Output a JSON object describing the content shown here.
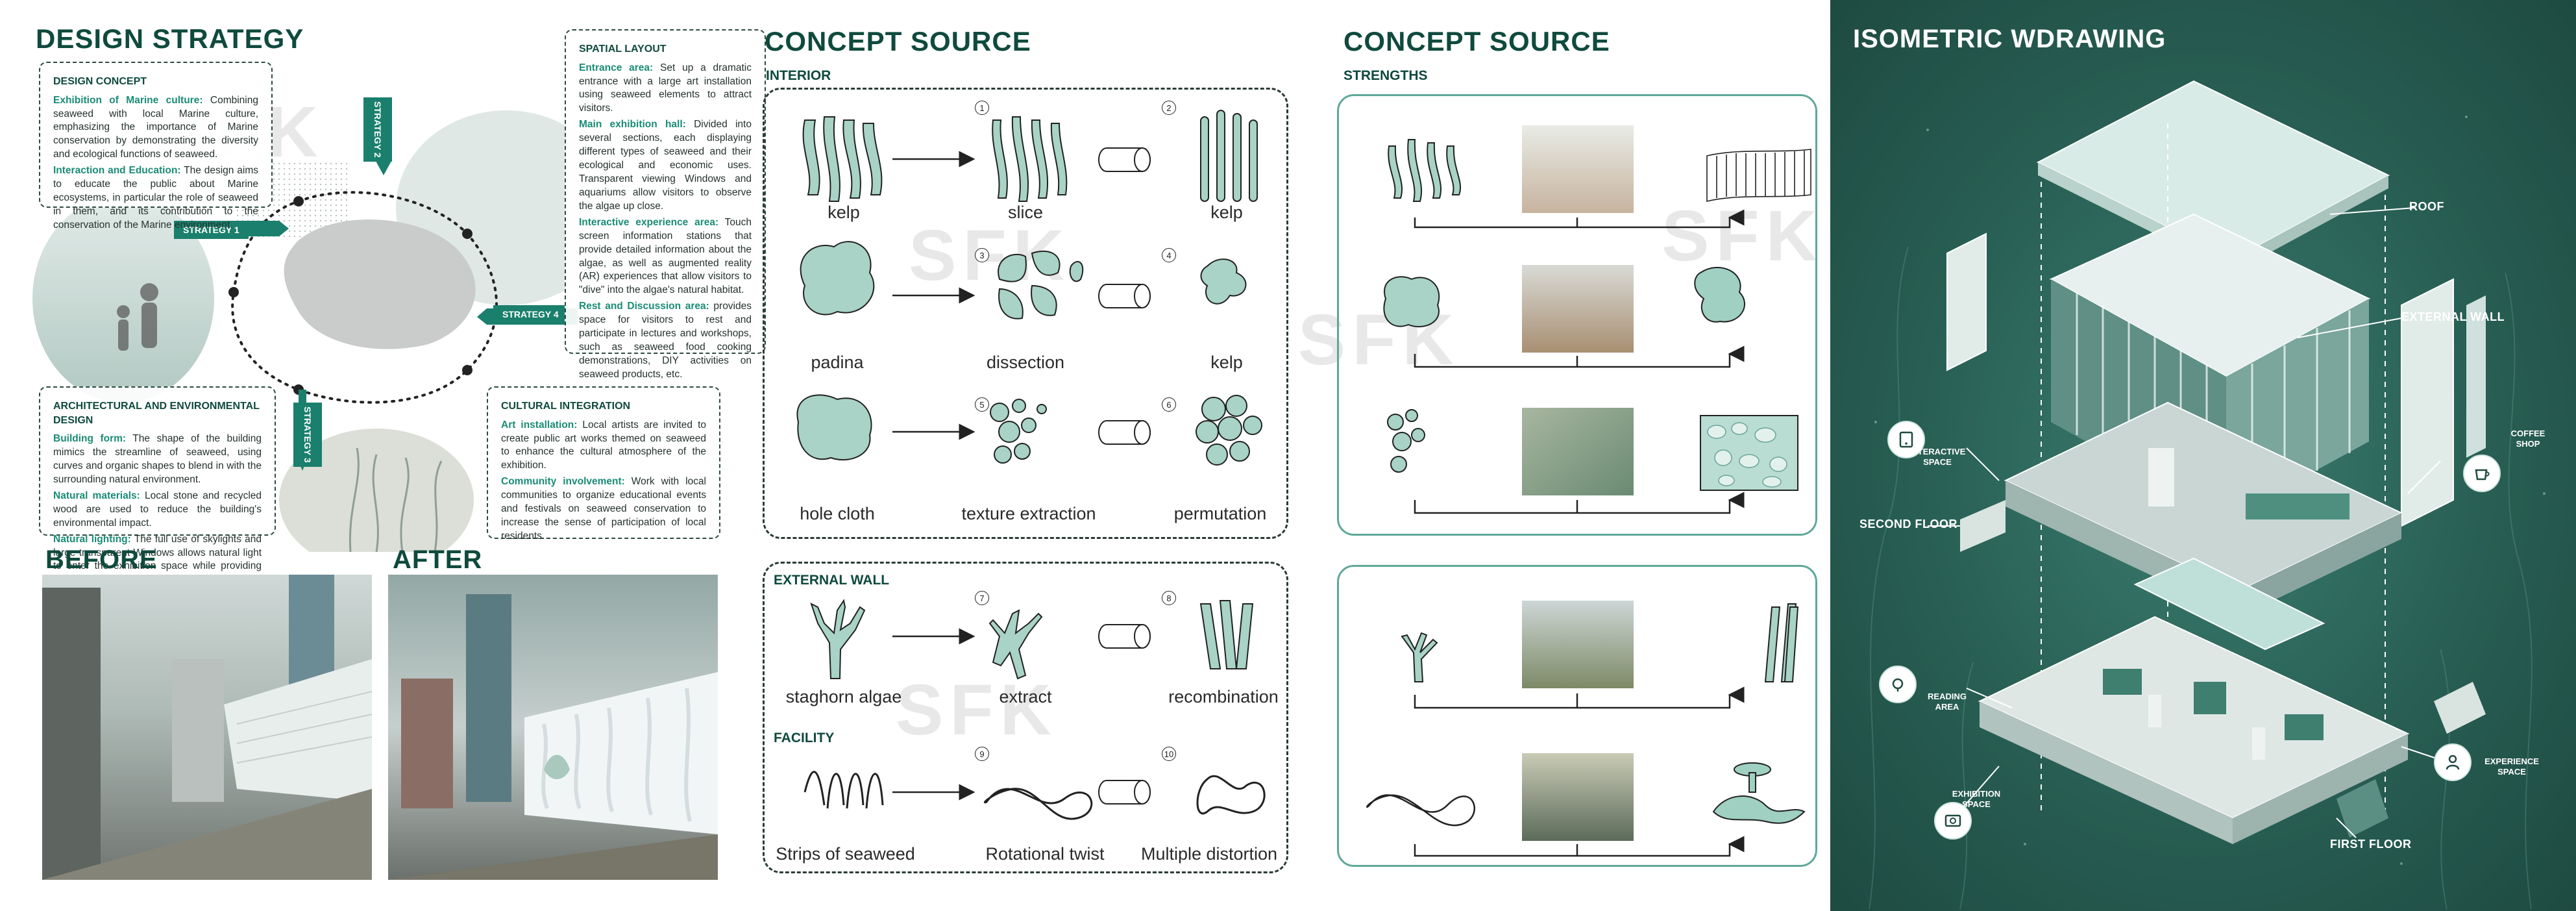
{
  "strategy": {
    "title": "DESIGN STRATEGY",
    "concept": {
      "heading": "DESIGN CONCEPT",
      "items": [
        {
          "key": "Exhibition of Marine culture:",
          "text": "Combining seaweed with local Marine culture, emphasizing the importance of Marine conservation by demonstrating the diversity and ecological functions of seaweed."
        },
        {
          "key": "Interaction and Education:",
          "text": "The design aims to educate the public about Marine ecosystems, in particular the role of seaweed in them, and its contribution to the conservation of the Marine environment."
        }
      ]
    },
    "spatial": {
      "heading": "SPATIAL LAYOUT",
      "items": [
        {
          "key": "Entrance area:",
          "text": "Set up a dramatic entrance with a large art installation using seaweed elements to attract visitors."
        },
        {
          "key": "Main exhibition hall:",
          "text": "Divided into several sections, each displaying different types of seaweed and their ecological and economic uses. Transparent viewing Windows and aquariums allow visitors to observe the algae up close."
        },
        {
          "key": "Interactive experience area:",
          "text": "Touch screen information stations that provide detailed information about the algae, as well as augmented reality (AR) experiences that allow visitors to \"dive\" into the algae's natural habitat."
        },
        {
          "key": "Rest and Discussion area:",
          "text": "provides space for visitors to rest and participate in lectures and workshops, such as seaweed food cooking demonstrations, DIY activities on seaweed products, etc."
        }
      ]
    },
    "architectural": {
      "heading": "ARCHITECTURAL AND ENVIRONMENTAL DESIGN",
      "items": [
        {
          "key": "Building form:",
          "text": "The shape of the building mimics the streamline of seaweed, using curves and organic shapes to blend in with the surrounding natural environment."
        },
        {
          "key": "Natural materials:",
          "text": "Local stone and recycled wood are used to reduce the building's environmental impact."
        },
        {
          "key": "Natural lighting:",
          "text": "The full use of skylights and large transparent Windows allows natural light to enter the exhibition space while providing sea views."
        }
      ]
    },
    "cultural": {
      "heading": "CULTURAL INTEGRATION",
      "items": [
        {
          "key": "Art installation:",
          "text": "Local artists are invited to create public art works themed on seaweed to enhance the cultural atmosphere of the exhibition."
        },
        {
          "key": "Community involvement:",
          "text": "Work with local communities to organize educational events and festivals on seaweed conservation to increase the sense of participation of local residents."
        }
      ]
    },
    "tags": {
      "s1": "STRATEGY 1",
      "s2": "STRATEGY 2",
      "s3": "STRATEGY 3",
      "s4": "STRATEGY 4"
    },
    "before": "BEFORE",
    "after": "AFTER"
  },
  "concept1": {
    "title": "CONCEPT SOURCE",
    "interior_heading": "INTERIOR",
    "exterior_heading": "EXTERNAL WALL",
    "facility_heading": "FACILITY",
    "rows": [
      {
        "labels": [
          "kelp",
          "slice",
          "kelp"
        ],
        "nums": [
          "1",
          "2"
        ]
      },
      {
        "labels": [
          "padina",
          "dissection",
          "kelp"
        ],
        "nums": [
          "3",
          "4"
        ]
      },
      {
        "labels": [
          "hole cloth",
          "texture extraction",
          "permutation"
        ],
        "nums": [
          "5",
          "6"
        ]
      },
      {
        "labels": [
          "staghorn algae",
          "extract",
          "recombination"
        ],
        "nums": [
          "7",
          "8"
        ]
      },
      {
        "labels": [
          "Strips of seaweed",
          "Rotational twist",
          "Multiple distortion"
        ],
        "nums": [
          "9",
          "10"
        ]
      }
    ]
  },
  "concept2": {
    "title": "CONCEPT SOURCE",
    "strengths": "STRENGTHS"
  },
  "iso": {
    "title": "ISOMETRIC WDRAWING",
    "labels": {
      "roof": "ROOF",
      "external_wall": "EXTERNAL WALL",
      "second_floor": "SECOND FLOOR",
      "first_floor": "FIRST FLOOR",
      "interactive": "INTERACTIVE SPACE",
      "coffee": "COFFEE SHOP",
      "reading": "READING AREA",
      "experience": "EXPERIENCE SPACE",
      "exhibition": "EXHIBITION SPACE"
    }
  },
  "colors": {
    "accent": "#1a7f6c",
    "dark": "#0f4a3d",
    "iso_bg": "#24564c"
  }
}
